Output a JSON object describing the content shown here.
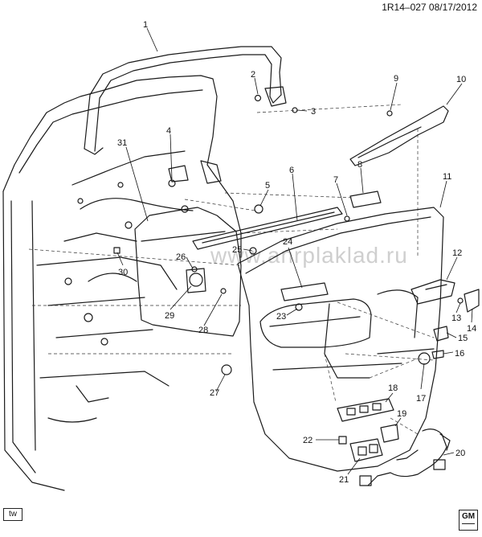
{
  "header": {
    "ref": "1R14–027  08/17/2012"
  },
  "corner_box": {
    "text": "tw"
  },
  "logo": {
    "text": "GM"
  },
  "watermark": {
    "text": "www.anrplaklad.ru"
  },
  "callouts": [
    "1",
    "2",
    "3",
    "4",
    "5",
    "6",
    "7",
    "8",
    "9",
    "10",
    "11",
    "12",
    "13",
    "14",
    "15",
    "16",
    "17",
    "18",
    "19",
    "20",
    "21",
    "22",
    "23",
    "24",
    "25",
    "26",
    "27",
    "28",
    "29",
    "30",
    "31"
  ]
}
